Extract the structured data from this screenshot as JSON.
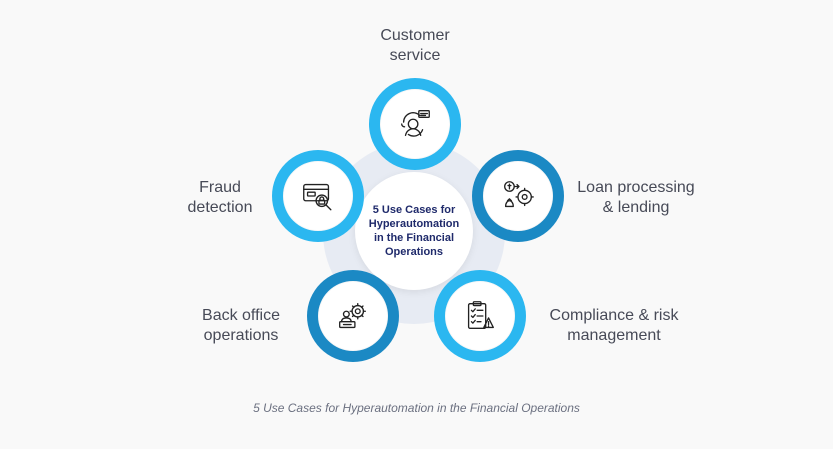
{
  "center": {
    "title": "5 Use Cases for\nHyperautomation\nin the Financial\nOperations"
  },
  "nodes": [
    {
      "id": "customer-service",
      "label": "Customer\nservice",
      "icon": "customer-support-icon",
      "tone": "light"
    },
    {
      "id": "loan-processing",
      "label": "Loan processing\n& lending",
      "icon": "loan-processing-icon",
      "tone": "dark"
    },
    {
      "id": "compliance",
      "label": "Compliance & risk\nmanagement",
      "icon": "compliance-checklist-icon",
      "tone": "light"
    },
    {
      "id": "back-office",
      "label": "Back office\noperations",
      "icon": "back-office-icon",
      "tone": "dark"
    },
    {
      "id": "fraud-detection",
      "label": "Fraud\ndetection",
      "icon": "fraud-detection-icon",
      "tone": "light"
    }
  ],
  "caption": "5 Use Cases for Hyperautomation in the Financial Operations",
  "colors": {
    "light_ring": "#2bb7f0",
    "dark_ring": "#1b89c4",
    "center_text": "#1f2a6b",
    "label": "#474a57",
    "halo": "#e7ebf3"
  }
}
